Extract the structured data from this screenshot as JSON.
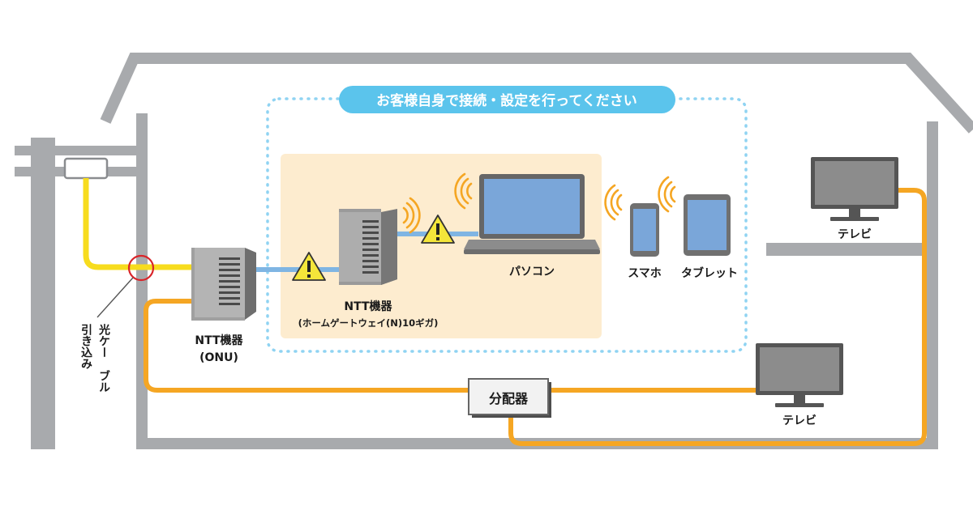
{
  "banner": "お客様自身で接続・設定を行ってください",
  "cable_label": [
    "光ケー",
    "ブル",
    "引き込み"
  ],
  "onu": {
    "name": "NTT機器",
    "sub": "(ONU)"
  },
  "gateway": {
    "name": "NTT機器",
    "sub": "(ホームゲートウェイ(N)10ギガ)"
  },
  "devices": {
    "pc": "パソコン",
    "smartphone": "スマホ",
    "tablet": "タブレット"
  },
  "tv_upper": "テレビ",
  "tv_lower": "テレビ",
  "splitter": "分配器",
  "colors": {
    "house": "#a8aaad",
    "fiber": "#f7dc1e",
    "coax": "#f5a623",
    "lan": "#7fb5e3",
    "zone_fill": "#fdeccf",
    "zone_border": "#8fd3f2",
    "warning": "#f4e63a"
  },
  "icons": [
    "warning-icon",
    "wifi-icon",
    "laptop-icon",
    "smartphone-icon",
    "tablet-icon",
    "tv-icon",
    "onu-icon",
    "router-icon"
  ]
}
